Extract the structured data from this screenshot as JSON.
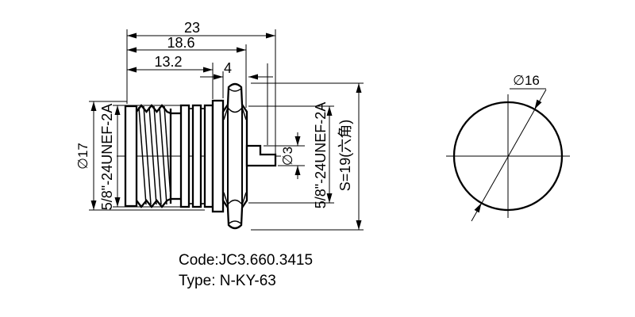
{
  "colors": {
    "line": "#000000",
    "background": "#ffffff"
  },
  "front_view": {
    "dim_overall_length": "23",
    "dim_to_hex_face": "18.6",
    "dim_thread_length": "13.2",
    "dim_hex_thickness": "4",
    "label_body_diameter": "∅17",
    "label_coupling_thread": "5/8\"-24UNEF-2A",
    "label_pin_diameter": "∅3",
    "label_mounting_thread": "5/8\"-24UNEF-2A",
    "label_hex_across_flats": "S=19(六角)"
  },
  "end_view": {
    "label_flange_diameter": "∅16"
  },
  "footer": {
    "code_line": "Code:JC3.660.3415",
    "type_line": "Type: N-KY-63"
  }
}
